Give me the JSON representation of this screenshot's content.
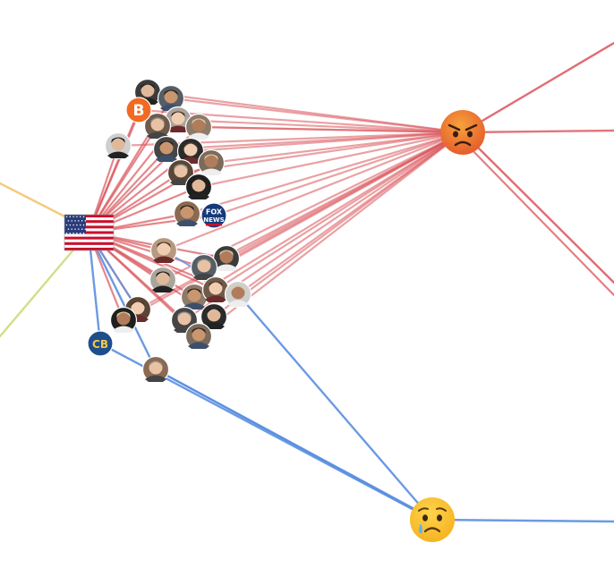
{
  "colors": {
    "red_edge": "#d9545a",
    "blue_edge": "#5b8fe0",
    "yellow_edge": "#f2c66d",
    "green_edge": "#c9dd7a",
    "background": "#ffffff"
  },
  "hubs": {
    "flag": {
      "name": "us-flag-hub",
      "icon": "us-flag-icon"
    },
    "angry": {
      "name": "angry-emoji-hub",
      "icon": "angry-face-icon",
      "glyph": "😠"
    },
    "sad": {
      "name": "sad-emoji-hub",
      "icon": "crying-face-icon",
      "glyph": "😢"
    }
  },
  "nodes": {
    "breitbart_logo": {
      "text": "B",
      "icon": "breitbart-logo-icon"
    },
    "fox_logo": {
      "line1": "FOX",
      "line2": "NEWS",
      "icon": "fox-news-logo-icon"
    },
    "cb_logo": {
      "text": "CB",
      "icon": "cb-logo-icon"
    },
    "portraits": [
      {
        "icon": "avatar-icon"
      },
      {
        "icon": "avatar-icon"
      },
      {
        "icon": "avatar-icon"
      },
      {
        "icon": "avatar-icon"
      },
      {
        "icon": "avatar-icon"
      },
      {
        "icon": "avatar-icon"
      },
      {
        "icon": "avatar-icon"
      },
      {
        "icon": "avatar-icon"
      },
      {
        "icon": "avatar-icon"
      },
      {
        "icon": "avatar-icon"
      },
      {
        "icon": "avatar-icon"
      },
      {
        "icon": "avatar-icon"
      },
      {
        "icon": "avatar-icon"
      },
      {
        "icon": "avatar-icon"
      },
      {
        "icon": "avatar-icon"
      },
      {
        "icon": "avatar-icon"
      },
      {
        "icon": "avatar-icon"
      },
      {
        "icon": "avatar-icon"
      },
      {
        "icon": "avatar-icon"
      },
      {
        "icon": "avatar-icon"
      },
      {
        "icon": "avatar-icon"
      },
      {
        "icon": "avatar-icon"
      },
      {
        "icon": "avatar-icon"
      },
      {
        "icon": "avatar-icon"
      },
      {
        "icon": "avatar-icon"
      },
      {
        "icon": "avatar-icon"
      }
    ]
  }
}
